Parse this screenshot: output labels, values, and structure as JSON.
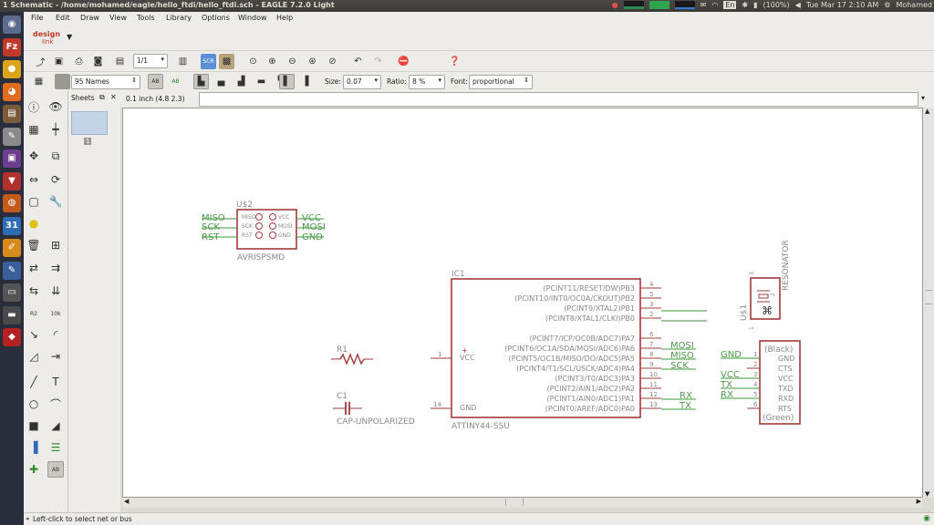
{
  "window": {
    "title": "1 Schematic - /home/mohamed/eagle/hello_ftdi/hello_ftdi.sch - EAGLE 7.2.0 Light"
  },
  "tray": {
    "keyboard": "En",
    "battery": "(100%)",
    "clock": "Tue Mar 17  2:10 AM",
    "user": "Mohamed"
  },
  "launcher": [
    {
      "name": "dash-icon",
      "glyph": "◉",
      "color": "#5a6b8c"
    },
    {
      "name": "filezilla-icon",
      "glyph": "Fz",
      "color": "#c0392b"
    },
    {
      "name": "chrome-icon",
      "glyph": "●",
      "color": "#d9a51a"
    },
    {
      "name": "firefox-icon",
      "glyph": "◕",
      "color": "#e06c1f"
    },
    {
      "name": "files-icon",
      "glyph": "▤",
      "color": "#7a5c3c"
    },
    {
      "name": "text-editor-icon",
      "glyph": "✎",
      "color": "#8a8a8a"
    },
    {
      "name": "terminal-icon",
      "glyph": "▣",
      "color": "#6d3d8f"
    },
    {
      "name": "popcorn-icon",
      "glyph": "▼",
      "color": "#b03030"
    },
    {
      "name": "music-icon",
      "glyph": "◍",
      "color": "#c35a1c"
    },
    {
      "name": "calendar-icon",
      "glyph": "31",
      "color": "#2e6db4"
    },
    {
      "name": "draw-icon",
      "glyph": "✐",
      "color": "#d88a1a"
    },
    {
      "name": "pencil-icon",
      "glyph": "✎",
      "color": "#3a5f9a"
    },
    {
      "name": "editor-icon",
      "glyph": "▭",
      "color": "#555555"
    },
    {
      "name": "window-icon",
      "glyph": "▬",
      "color": "#4a4a4a"
    },
    {
      "name": "eagle-icon",
      "glyph": "◆",
      "color": "#b22222"
    }
  ],
  "menu": [
    "File",
    "Edit",
    "Draw",
    "View",
    "Tools",
    "Library",
    "Options",
    "Window",
    "Help"
  ],
  "logo": {
    "line1": "design",
    "line2": "link"
  },
  "toolbar1": {
    "sheet_combo": "1/1"
  },
  "toolbar2": {
    "layer_combo": "95 Names",
    "size_label": "Size:",
    "size_value": "0.07",
    "ratio_label": "Ratio:",
    "ratio_value": "8 %",
    "font_label": "Font:",
    "font_value": "proportional"
  },
  "sheets_panel": {
    "title": "Sheets",
    "sheet_number": "1"
  },
  "command_bar": {
    "grid_readout": "0.1 inch (4.8 2.3)",
    "command_value": ""
  },
  "status": {
    "message": "Left-click to select net or bus"
  },
  "schematic": {
    "u2": {
      "ref": "U$2",
      "value": "AVRISPSMD",
      "pins_left": [
        "MISO",
        "SCK",
        "RST"
      ],
      "pins_right": [
        "VCC",
        "MOSI",
        "GND"
      ],
      "nets_left": [
        "MISO",
        "SCK",
        "RST"
      ],
      "nets_right": [
        "VCC",
        "MOSI",
        "GND"
      ]
    },
    "ic1": {
      "ref": "IC1",
      "value": "ATTINY44-SSU",
      "left_pins": [
        {
          "num": "1",
          "name": "VCC"
        },
        {
          "num": "14",
          "name": "GND"
        }
      ],
      "right_pins": [
        {
          "num": "4",
          "name": "(PCINT11/RESET/DW)PB3"
        },
        {
          "num": "5",
          "name": "(PCINT10/INT0/OC0A/CKOUT)PB2"
        },
        {
          "num": "3",
          "name": "(PCINT9/XTAL2)PB1"
        },
        {
          "num": "2",
          "name": "(PCINT8/XTAL1/CLKI)PB0"
        },
        {
          "num": "6",
          "name": "(PCINT7/ICP/OC0B/ADC7)PA7"
        },
        {
          "num": "7",
          "name": "(PCINT6/OC1A/SDA/MOSI/ADC6)PA6"
        },
        {
          "num": "8",
          "name": "(PCINT5/OC1B/MISO/DO/ADC5)PA5"
        },
        {
          "num": "9",
          "name": "(PCINT4/T1/SCL/USCK/ADC4)PA4"
        },
        {
          "num": "10",
          "name": "(PCINT3/T0/ADC3)PA3"
        },
        {
          "num": "11",
          "name": "(PCINT2/AIN1/ADC2)PA2"
        },
        {
          "num": "12",
          "name": "(PCINT1/AIN0/ADC1)PA1"
        },
        {
          "num": "13",
          "name": "(PCINT0/AREF/ADC0)PA0"
        }
      ],
      "net_labels": [
        "MOSI",
        "MISO",
        "SCK",
        "RX",
        "TX"
      ]
    },
    "r1": {
      "ref": "R1"
    },
    "c1": {
      "ref": "C1",
      "value": "CAP-UNPOLARIZED"
    },
    "resonator": {
      "ref": "U$1",
      "value": "RESONATOR",
      "pins": [
        "3",
        "2",
        "1"
      ]
    },
    "ftdi": {
      "top_label": "(Black)",
      "bottom_label": "(Green)",
      "pins": [
        {
          "num": "1",
          "name": "GND"
        },
        {
          "num": "2",
          "name": "CTS"
        },
        {
          "num": "3",
          "name": "VCC"
        },
        {
          "num": "4",
          "name": "TXD"
        },
        {
          "num": "5",
          "name": "RXD"
        },
        {
          "num": "6",
          "name": "RTS"
        }
      ],
      "net_labels": [
        "GND",
        "VCC",
        "TX",
        "RX"
      ]
    }
  }
}
